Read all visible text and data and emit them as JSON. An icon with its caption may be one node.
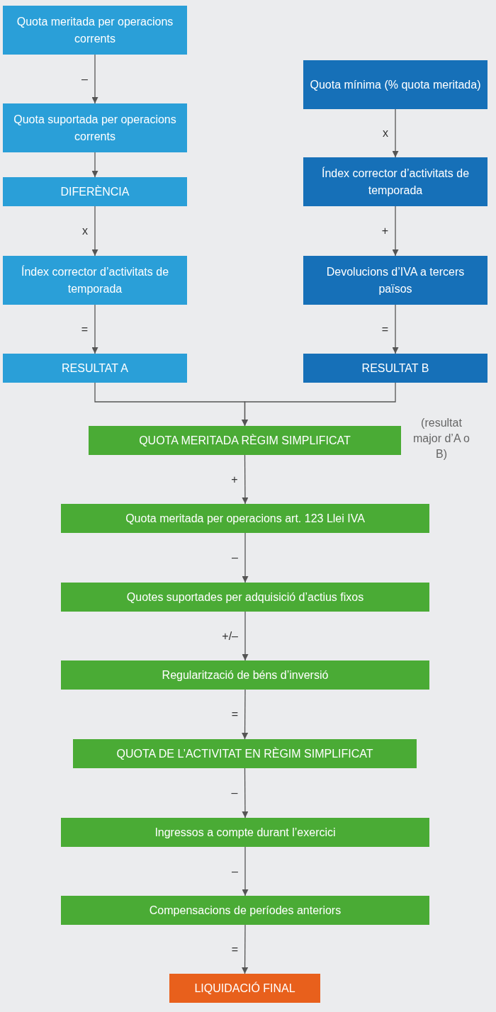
{
  "diagram": {
    "nodes": [
      {
        "text": [
          "Quota meritada per operacions corrents"
        ]
      },
      {
        "text": [
          "Quota suportada per operacions corrents"
        ]
      },
      {
        "text": [
          "DIFERÈNCIA"
        ]
      },
      {
        "text": [
          "Índex corrector d’activitats de temporada"
        ]
      },
      {
        "text": [
          "RESULTAT A"
        ]
      },
      {
        "text": [
          "Quota mínima (% quota meritada)"
        ]
      },
      {
        "text": [
          "Índex corrector d’activitats de temporada"
        ]
      },
      {
        "text": [
          "Devolucions d’IVA a tercers països"
        ]
      },
      {
        "text": [
          "RESULTAT B"
        ]
      },
      {
        "text": [
          "QUOTA MERITADA RÈGIM SIMPLIFICAT"
        ],
        "beside": [
          "(resultat major d’A o B)"
        ]
      },
      {
        "text": [
          "Quota meritada per operacions art. 123 Llei IVA"
        ]
      },
      {
        "text": [
          "Quotes suportades per adquisició d’actius fixos"
        ]
      },
      {
        "text": [
          "Regularització de béns d’inversió"
        ]
      },
      {
        "text": [
          "QUOTA DE L’ACTIVITAT EN RÈGIM SIMPLIFICAT"
        ]
      },
      {
        "text": [
          "Ingressos a compte durant l’exercici"
        ]
      },
      {
        "text": [
          "Compensacions de períodes anteriors"
        ]
      },
      {
        "text": [
          "LIQUIDACIÓ FINAL"
        ]
      }
    ],
    "edges": [
      {
        "from": 0,
        "to": 1,
        "arrow": "to",
        "label": "–"
      },
      {
        "from": 1,
        "to": 2,
        "arrow": "to"
      },
      {
        "from": 2,
        "to": 3,
        "arrow": "to",
        "label": "x"
      },
      {
        "from": 3,
        "to": 4,
        "arrow": "to",
        "label": "="
      },
      {
        "from": 5,
        "to": 6,
        "arrow": "to",
        "label": "x"
      },
      {
        "from": 6,
        "to": 7,
        "arrow": "to",
        "label": "+"
      },
      {
        "from": 7,
        "to": 8,
        "arrow": "to",
        "label": "="
      },
      {
        "from": 4,
        "to": 9,
        "arrow": "to"
      },
      {
        "from": 8,
        "to": 9,
        "arrow": "to"
      },
      {
        "from": 9,
        "to": 10,
        "arrow": "to",
        "label": "+"
      },
      {
        "from": 10,
        "to": 11,
        "arrow": "to",
        "label": "–"
      },
      {
        "from": 11,
        "to": 12,
        "arrow": "to",
        "label": "+/–"
      },
      {
        "from": 12,
        "to": 13,
        "arrow": "to",
        "label": "="
      },
      {
        "from": 13,
        "to": 14,
        "arrow": "to",
        "label": "–"
      },
      {
        "from": 14,
        "to": 15,
        "arrow": "to",
        "label": "–"
      },
      {
        "from": 15,
        "to": 16,
        "arrow": "to",
        "label": "="
      }
    ]
  }
}
